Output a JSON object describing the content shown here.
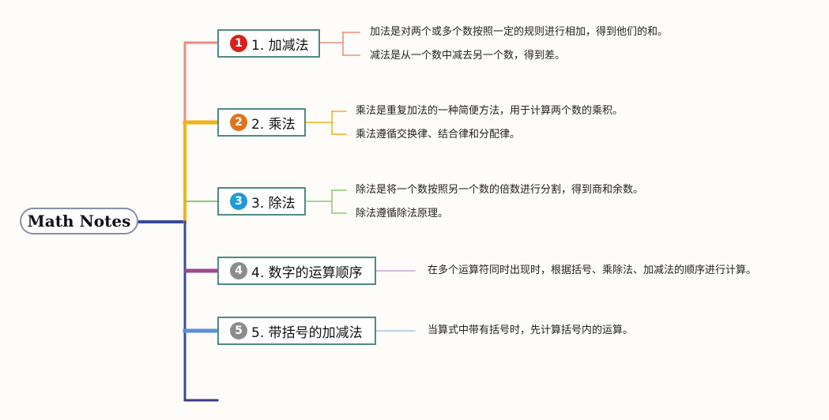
{
  "root": {
    "label": "Math Notes"
  },
  "topics": [
    {
      "badge": "1",
      "label": "1. 加减法",
      "badge_color": "#d8201c",
      "branch_color": "#f08a7e",
      "notes": [
        "加法是对两个或多个数按照一定的规则进行相加，得到他们的和。",
        "减法是从一个数中减去另一个数，得到差。"
      ]
    },
    {
      "badge": "2",
      "label": "2. 乘法",
      "badge_color": "#e0731c",
      "branch_color": "#f5b014",
      "notes": [
        "乘法是重复加法的一种简便方法，用于计算两个数的乘积。",
        "乘法遵循交换律、结合律和分配律。"
      ]
    },
    {
      "badge": "3",
      "label": "3. 除法",
      "badge_color": "#1e9bd8",
      "branch_color": "#8cc870",
      "notes": [
        "除法是将一个数按照另一个数的倍数进行分割，得到商和余数。",
        "除法遵循除法原理。"
      ]
    },
    {
      "badge": "4",
      "label": "4. 数字的运算顺序",
      "badge_color": "#8c8c8c",
      "branch_color": "#9b4a8c",
      "notes": [
        "在多个运算符同时出现时，根据括号、乘除法、加减法的顺序进行计算。"
      ]
    },
    {
      "badge": "5",
      "label": "5. 带括号的加减法",
      "badge_color": "#8c8c8c",
      "branch_color": "#5b8fd8",
      "notes": [
        "当算式中带有括号时，先计算括号内的运算。"
      ]
    }
  ],
  "colors": {
    "trunk_upper": "#f5b014",
    "trunk_lower": "#3a4a9c",
    "extra_branch": "#3a3a8c",
    "node_border": "#4f8a84",
    "root_border": "#8a8fa6"
  }
}
